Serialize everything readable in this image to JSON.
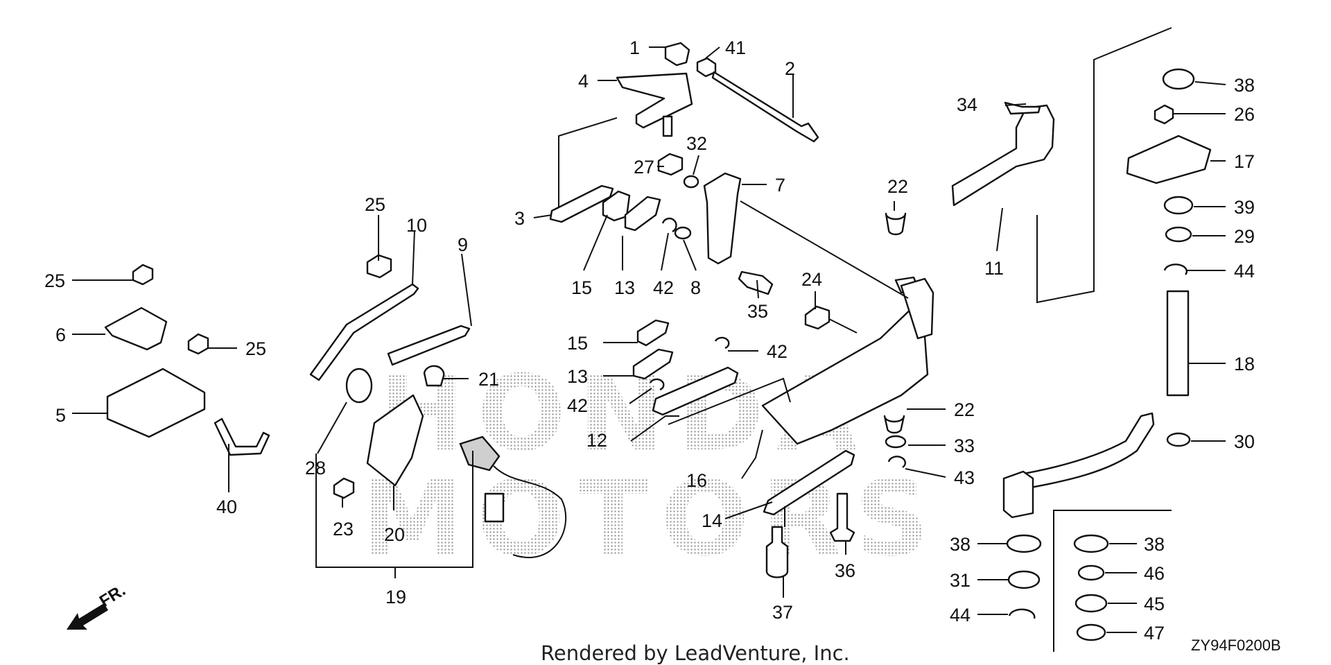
{
  "callouts": [
    {
      "id": "1",
      "text": "1"
    },
    {
      "id": "2",
      "text": "2"
    },
    {
      "id": "3",
      "text": "3"
    },
    {
      "id": "4",
      "text": "4"
    },
    {
      "id": "5",
      "text": "5"
    },
    {
      "id": "6",
      "text": "6"
    },
    {
      "id": "7",
      "text": "7"
    },
    {
      "id": "8",
      "text": "8"
    },
    {
      "id": "9",
      "text": "9"
    },
    {
      "id": "10",
      "text": "10"
    },
    {
      "id": "11",
      "text": "11"
    },
    {
      "id": "12",
      "text": "12"
    },
    {
      "id": "13a",
      "text": "13"
    },
    {
      "id": "13b",
      "text": "13"
    },
    {
      "id": "14",
      "text": "14"
    },
    {
      "id": "15a",
      "text": "15"
    },
    {
      "id": "15b",
      "text": "15"
    },
    {
      "id": "16",
      "text": "16"
    },
    {
      "id": "17",
      "text": "17"
    },
    {
      "id": "18",
      "text": "18"
    },
    {
      "id": "19",
      "text": "19"
    },
    {
      "id": "20",
      "text": "20"
    },
    {
      "id": "21",
      "text": "21"
    },
    {
      "id": "22a",
      "text": "22"
    },
    {
      "id": "22b",
      "text": "22"
    },
    {
      "id": "23",
      "text": "23"
    },
    {
      "id": "24",
      "text": "24"
    },
    {
      "id": "25a",
      "text": "25"
    },
    {
      "id": "25b",
      "text": "25"
    },
    {
      "id": "25c",
      "text": "25"
    },
    {
      "id": "26",
      "text": "26"
    },
    {
      "id": "27",
      "text": "27"
    },
    {
      "id": "28",
      "text": "28"
    },
    {
      "id": "29",
      "text": "29"
    },
    {
      "id": "30",
      "text": "30"
    },
    {
      "id": "31",
      "text": "31"
    },
    {
      "id": "32",
      "text": "32"
    },
    {
      "id": "33",
      "text": "33"
    },
    {
      "id": "34",
      "text": "34"
    },
    {
      "id": "35",
      "text": "35"
    },
    {
      "id": "36",
      "text": "36"
    },
    {
      "id": "37",
      "text": "37"
    },
    {
      "id": "38a",
      "text": "38"
    },
    {
      "id": "38b",
      "text": "38"
    },
    {
      "id": "38c",
      "text": "38"
    },
    {
      "id": "39",
      "text": "39"
    },
    {
      "id": "40",
      "text": "40"
    },
    {
      "id": "41",
      "text": "41"
    },
    {
      "id": "42a",
      "text": "42"
    },
    {
      "id": "42b",
      "text": "42"
    },
    {
      "id": "42c",
      "text": "42"
    },
    {
      "id": "43",
      "text": "43"
    },
    {
      "id": "44a",
      "text": "44"
    },
    {
      "id": "44b",
      "text": "44"
    },
    {
      "id": "45",
      "text": "45"
    },
    {
      "id": "46",
      "text": "46"
    },
    {
      "id": "47",
      "text": "47"
    }
  ],
  "direction_label": "FR.",
  "watermark": {
    "line1": "HONDA",
    "line2": "MOTORS"
  },
  "footer": "Rendered by LeadVenture, Inc.",
  "diagram_code": "ZY94F0200B"
}
